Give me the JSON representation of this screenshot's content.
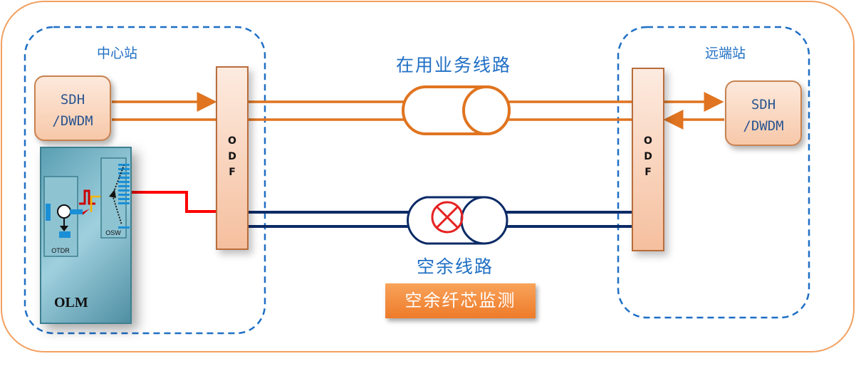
{
  "sites": {
    "central": "中心站",
    "remote": "远端站"
  },
  "equipment": {
    "sdh_line1": "SDH",
    "sdh_line2": "/DWDM",
    "odf_letters": [
      "O",
      "D",
      "F"
    ],
    "olm": "OLM",
    "otdr": "OTDR",
    "osw": "OSW"
  },
  "lines": {
    "in_use": "在用业务线路",
    "spare": "空余线路"
  },
  "button": {
    "label": "空余纤芯监测"
  },
  "colors": {
    "orange_line": "#e07420",
    "navy_line": "#0b2a66",
    "fault": "#e52222",
    "dashed": "#1f6fc5",
    "frame": "#f2a060"
  }
}
